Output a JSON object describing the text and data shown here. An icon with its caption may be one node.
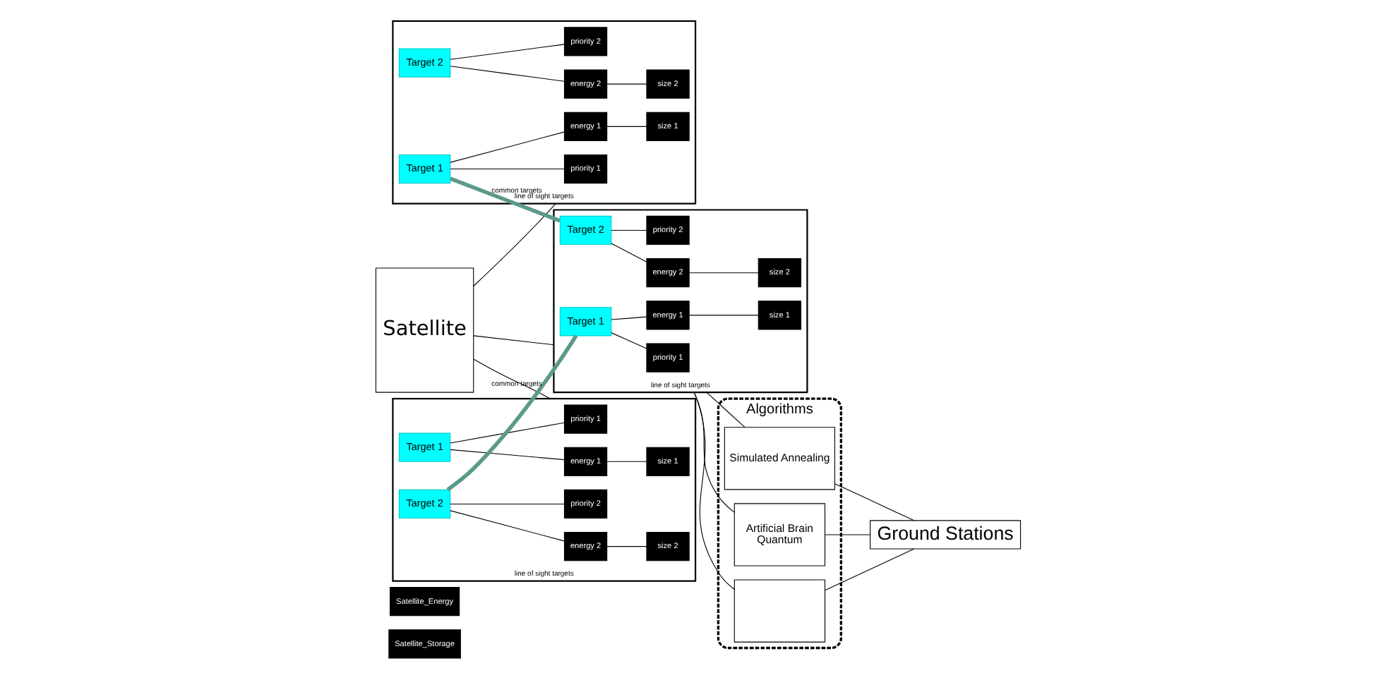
{
  "diagram": {
    "nodes": [
      {
        "text": [
          "Satellite_Storage"
        ]
      },
      {
        "text": [
          "Satellite_Energy"
        ]
      },
      {
        "text": [
          "Satellite"
        ]
      },
      {
        "text": [
          "line of sight targets"
        ]
      },
      {
        "text": [
          "priority 1"
        ],
        "in": 3
      },
      {
        "text": [
          "Target 1"
        ],
        "in": 3
      },
      {
        "text": [
          "energy 1"
        ],
        "in": 3
      },
      {
        "text": [
          "size 1"
        ],
        "in": 3
      },
      {
        "text": [
          "priority 2"
        ],
        "in": 3
      },
      {
        "text": [
          "Target 2"
        ],
        "in": 3
      },
      {
        "text": [
          "energy 2"
        ],
        "in": 3
      },
      {
        "text": [
          "size 2"
        ],
        "in": 3
      },
      {
        "text": [
          "line of sight targets"
        ]
      },
      {
        "text": [
          "priority 1"
        ],
        "in": 12
      },
      {
        "text": [
          "Target 1"
        ],
        "in": 12
      },
      {
        "text": [
          "energy 1"
        ],
        "in": 12
      },
      {
        "text": [
          "size 1"
        ],
        "in": 12
      },
      {
        "text": [
          "priority 2"
        ],
        "in": 12
      },
      {
        "text": [
          "Target 2"
        ],
        "in": 12
      },
      {
        "text": [
          "energy 2"
        ],
        "in": 12
      },
      {
        "text": [
          "size 2"
        ],
        "in": 12
      },
      {
        "text": [
          "line of sight targets"
        ]
      },
      {
        "text": [
          "priority 1"
        ],
        "in": 21
      },
      {
        "text": [
          "Target 1"
        ],
        "in": 21
      },
      {
        "text": [
          "energy 1"
        ],
        "in": 21
      },
      {
        "text": [
          "size 1"
        ],
        "in": 21
      },
      {
        "text": [
          "priority 2"
        ],
        "in": 21
      },
      {
        "text": [
          "Target 2"
        ],
        "in": 21
      },
      {
        "text": [
          "energy 2"
        ],
        "in": 21
      },
      {
        "text": [
          "size 2"
        ],
        "in": 21
      },
      {
        "text": [
          "Algorithms"
        ]
      },
      {
        "text": [
          "Artificial Brain",
          "Quantum"
        ],
        "in": 30
      },
      {
        "text": [],
        "shape": "box",
        "in": 30
      },
      {
        "text": [
          "Simulated Annealing"
        ],
        "in": 30
      },
      {
        "text": [
          "Ground Stations"
        ]
      }
    ],
    "edges": [
      {
        "from": 2,
        "to": 3,
        "arrow": "none"
      },
      {
        "from": 2,
        "to": 12,
        "arrow": "none"
      },
      {
        "from": 2,
        "to": 21,
        "arrow": "none"
      },
      {
        "from": 5,
        "to": 4,
        "arrow": "none"
      },
      {
        "from": 5,
        "to": 6,
        "arrow": "none"
      },
      {
        "from": 6,
        "to": 7,
        "arrow": "none"
      },
      {
        "from": 9,
        "to": 8,
        "arrow": "none"
      },
      {
        "from": 9,
        "to": 10,
        "arrow": "none"
      },
      {
        "from": 10,
        "to": 11,
        "arrow": "none"
      },
      {
        "from": 14,
        "to": 13,
        "arrow": "none"
      },
      {
        "from": 14,
        "to": 15,
        "arrow": "none"
      },
      {
        "from": 15,
        "to": 16,
        "arrow": "none"
      },
      {
        "from": 18,
        "to": 17,
        "arrow": "none"
      },
      {
        "from": 18,
        "to": 19,
        "arrow": "none"
      },
      {
        "from": 19,
        "to": 20,
        "arrow": "none"
      },
      {
        "from": 23,
        "to": 22,
        "arrow": "none"
      },
      {
        "from": 23,
        "to": 24,
        "arrow": "none"
      },
      {
        "from": 24,
        "to": 25,
        "arrow": "none"
      },
      {
        "from": 27,
        "to": 26,
        "arrow": "none"
      },
      {
        "from": 27,
        "to": 28,
        "arrow": "none"
      },
      {
        "from": 28,
        "to": 29,
        "arrow": "none"
      },
      {
        "from": 9,
        "to": 14,
        "arrow": "none",
        "label": "common targets",
        "style": "thick",
        "color": "#5b9a8b"
      },
      {
        "from": 23,
        "to": 18,
        "arrow": "none",
        "label": "common targets",
        "style": "thick",
        "color": "#5b9a8b"
      },
      {
        "from": 12,
        "to": 31,
        "arrow": "none"
      },
      {
        "from": 12,
        "to": 32,
        "arrow": "none"
      },
      {
        "from": 12,
        "to": 33,
        "arrow": "none"
      },
      {
        "from": 31,
        "to": 34,
        "arrow": "none"
      },
      {
        "from": 32,
        "to": 34,
        "arrow": "none"
      },
      {
        "from": 33,
        "to": 34,
        "arrow": "none"
      }
    ]
  }
}
